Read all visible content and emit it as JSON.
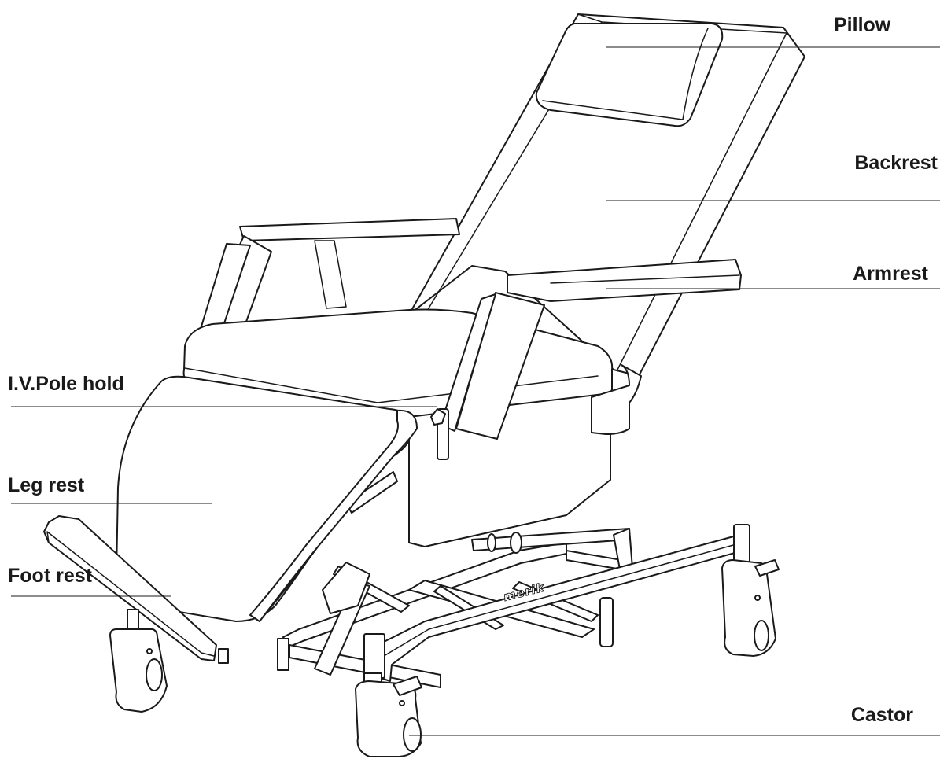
{
  "diagram": {
    "subject": "recliner chair",
    "brand_mark": "merik",
    "labels": {
      "pillow": "Pillow",
      "backrest": "Backrest",
      "armrest": "Armrest",
      "iv_pole": "I.V.Pole hold",
      "leg_rest": "Leg rest",
      "foot_rest": "Foot rest",
      "castor": "Castor"
    }
  }
}
